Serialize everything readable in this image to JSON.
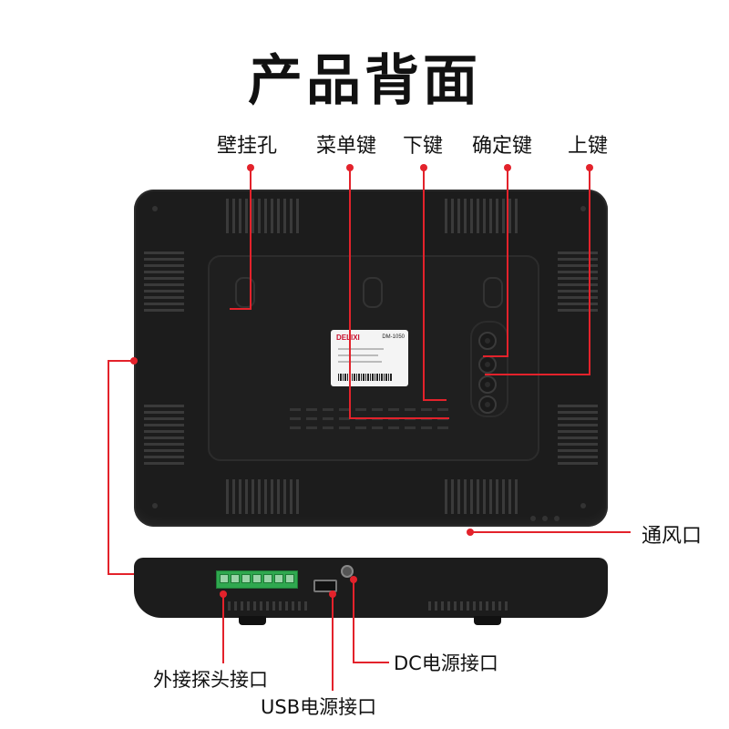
{
  "title": "产品背面",
  "labels": {
    "wall_hole": "壁挂孔",
    "menu_key": "菜单键",
    "down_key": "下键",
    "confirm_key": "确定键",
    "up_key": "上键",
    "vent": "通风口",
    "probe_port": "外接探头接口",
    "usb_port": "USB电源接口",
    "dc_port": "DC电源接口"
  },
  "sticker": {
    "brand": "DELIXI",
    "model": "DM-1050"
  },
  "colors": {
    "device": "#1c1c1c",
    "callout": "#e3222b",
    "terminal": "#2fa84f"
  }
}
